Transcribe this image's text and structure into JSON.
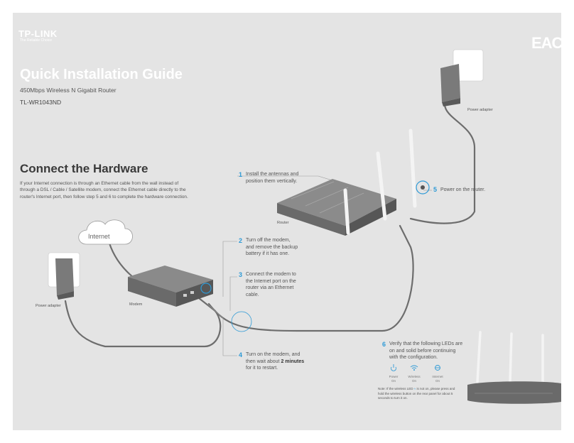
{
  "brand": {
    "name": "TP-LINK",
    "tagline": "The Reliable Choice",
    "cert_mark": "EAC"
  },
  "header": {
    "title": "Quick Installation Guide",
    "subtitle": "450Mbps Wireless N Gigabit Router",
    "model": "TL-WR1043ND"
  },
  "section": {
    "heading": "Connect the Hardware",
    "intro": "If your Internet connection is through an Ethernet cable from the wall instead of through a DSL / Cable / Satellite modem, connect the Ethernet cable directly to the router's Internet port, then follow step 5 and 6 to complete the hardware connection."
  },
  "labels": {
    "internet": "Internet",
    "modem": "Modem",
    "router": "Router",
    "power_adapter_left": "Power adapter",
    "power_adapter_top": "Power adapter"
  },
  "steps": [
    {
      "num": "1",
      "text": "Install the antennas and\nposition them vertically."
    },
    {
      "num": "2",
      "text": "Turn off the modem,\nand remove the backup\nbattery if it has one."
    },
    {
      "num": "3",
      "text": "Connect the modem to\nthe Internet port on the\nrouter via an Ethernet\ncable."
    },
    {
      "num": "4",
      "text_before": "Turn on the modem, and\nthen wait about ",
      "text_bold": "2 minutes",
      "text_after": "\nfor it to restart."
    },
    {
      "num": "5",
      "text": "Power on the router."
    },
    {
      "num": "6",
      "text": "Verify that the following LEDs are\non and solid before continuing\nwith the configuration."
    }
  ],
  "leds": [
    {
      "name": "Power",
      "state": "On",
      "icon": "power-icon"
    },
    {
      "name": "Wireless",
      "state": "On",
      "icon": "wifi-icon"
    },
    {
      "name": "Internet",
      "state": "On",
      "icon": "globe-icon"
    }
  ],
  "note": {
    "before": "Note: If the wireless LED",
    "after": "is not on, please press and hold the wireless button on the rear panel for about 5 seconds to turn it on."
  },
  "colors": {
    "accent": "#2e9ad6",
    "background": "#e4e4e4",
    "device": "#6f6f6f",
    "cable": "#707070"
  }
}
